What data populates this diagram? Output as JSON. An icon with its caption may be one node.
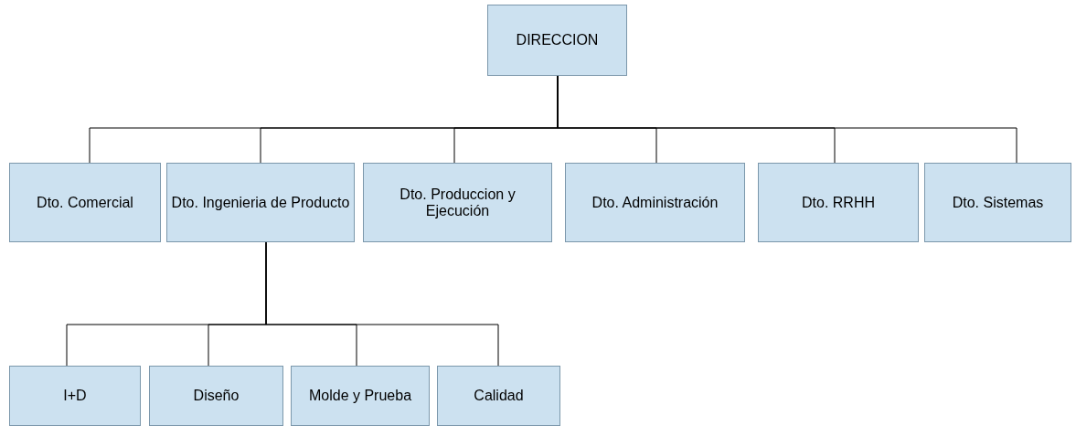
{
  "diagram": {
    "nodes": [
      {
        "text": [
          "DIRECCION"
        ]
      },
      {
        "text": [
          "Dto. Comercial"
        ]
      },
      {
        "text": [
          "Dto. Ingenieria de Producto"
        ]
      },
      {
        "text": [
          "Dto. Produccion y Ejecución"
        ]
      },
      {
        "text": [
          "Dto. Administración"
        ]
      },
      {
        "text": [
          "Dto. RRHH"
        ]
      },
      {
        "text": [
          "Dto. Sistemas"
        ]
      },
      {
        "text": [
          "I+D"
        ]
      },
      {
        "text": [
          "Diseño"
        ]
      },
      {
        "text": [
          "Molde y Prueba"
        ]
      },
      {
        "text": [
          "Calidad"
        ]
      }
    ],
    "edges": [
      {
        "from": 0,
        "to": 1,
        "arrow": "none"
      },
      {
        "from": 0,
        "to": 2,
        "arrow": "none"
      },
      {
        "from": 0,
        "to": 3,
        "arrow": "none"
      },
      {
        "from": 0,
        "to": 4,
        "arrow": "none"
      },
      {
        "from": 0,
        "to": 5,
        "arrow": "none"
      },
      {
        "from": 0,
        "to": 6,
        "arrow": "none"
      },
      {
        "from": 2,
        "to": 7,
        "arrow": "none"
      },
      {
        "from": 2,
        "to": 8,
        "arrow": "none"
      },
      {
        "from": 2,
        "to": 9,
        "arrow": "none"
      },
      {
        "from": 2,
        "to": 10,
        "arrow": "none"
      }
    ]
  }
}
